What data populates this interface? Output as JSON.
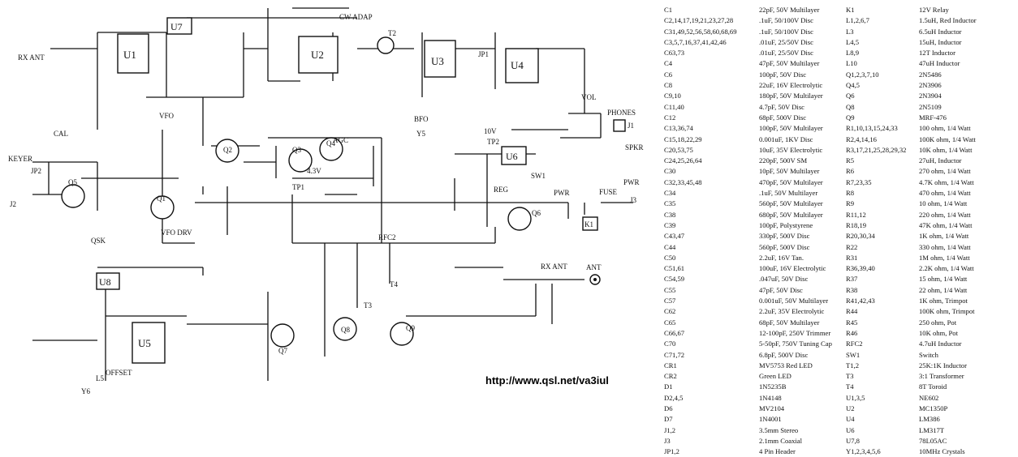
{
  "schematic": {
    "labels": {
      "rx_ant": "RX ANT",
      "u7": "U7",
      "u1": "U1",
      "u2": "U2",
      "u3": "U3",
      "u4": "U4",
      "u5": "U5",
      "u6": "U6",
      "u8": "U8",
      "cw_adap": "CW ADAP",
      "jp1": "JP1",
      "bfo": "BFO",
      "vfo": "VFO",
      "vol": "VOL",
      "phones": "PHONES",
      "j1": "J1",
      "spkr": "SPKR",
      "keyer": "KEYER",
      "jp2": "JP2",
      "j2": "J2",
      "qsk": "QSK",
      "vfo_drv": "VFO DRV",
      "reg": "REG",
      "sw1": "SW1",
      "pwr": "PWR",
      "fuse": "FUSE",
      "j3": "J3",
      "k1": "K1",
      "tp1": "TP1",
      "tp2": "TP2",
      "v43": "4.3V",
      "v10": "10V",
      "rx_ant2": "RX ANT",
      "ant": "ANT",
      "offset": "OFFSET",
      "agc": "AGC",
      "rfc2": "RFC2",
      "t2": "T2",
      "t3": "T3",
      "t4": "T4",
      "y5": "Y5",
      "y6": "Y6",
      "l5": "L5",
      "cal": "CAL",
      "q1": "Q1",
      "q2": "Q2",
      "q3": "Q3",
      "q4": "Q4",
      "q5": "Q5",
      "q6": "Q6",
      "q7": "Q7",
      "q8": "Q8",
      "q9": "Q9"
    },
    "url": "http://www.qsl.net/va3iul"
  },
  "parts_list": {
    "col1": [
      "C1",
      "C2,14,17,19,21,23,27,28",
      "C31,49,52,56,58,60,68,69",
      "C3,5,7,16,37,41,42,46",
      "C63,73",
      "C4",
      "C6",
      "C8",
      "C9,10",
      "C11,40",
      "C12",
      "C13,36,74",
      "C15,18,22,29",
      "C20,53,75",
      "C24,25,26,64",
      "C30",
      "C32,33,45,48",
      "C34",
      "C35",
      "C38",
      "C39",
      "C43,47",
      "C44",
      "C50",
      "C51,61",
      "C54,59",
      "C55",
      "C57",
      "C62",
      "C65",
      "C66,67",
      "C70",
      "C71,72",
      "CR1",
      "CR2",
      "D1",
      "D2,4,5",
      "D6",
      "D7",
      "J1,2",
      "J3",
      "JP1,2"
    ],
    "col2": [
      "22pF, 50V Multilayer",
      ".1uF, 50/100V Disc",
      ".1uF, 50/100V Disc",
      ".01uF, 25/50V Disc",
      ".01uF, 25/50V Disc",
      "47pF, 50V Multilayer",
      "100pF, 50V Disc",
      "22uF, 16V Electrolytic",
      "180pF, 50V Multilayer",
      "4.7pF, 50V Disc",
      "68pF, 500V Disc",
      "100pF, 50V Multilayer",
      "0.001uF, 1KV Disc",
      "10uF, 35V Electrolytic",
      "220pF, 500V SM",
      "10pF, 50V Multilayer",
      "470pF, 50V Multilayer",
      ".1uF, 50V Multilayer",
      "560pF, 50V Multilayer",
      "680pF, 50V Multilayer",
      "100pF, Polystyrene",
      "330pF, 500V Disc",
      "560pF, 500V Disc",
      "2.2uF, 16V Tan.",
      "100uF, 16V Electrolytic",
      ".047uF, 50V Disc",
      "47pF, 50V Disc",
      "0.001uF, 50V Multilayer",
      "2.2uF, 35V Electrolytic",
      "68pF, 50V Multilayer",
      "12-100pF, 250V Trimmer",
      "5-50pF, 750V Tuning Cap",
      "6.8pF, 500V Disc",
      "MV5753 Red LED",
      "Green LED",
      "1N5235B",
      "1N4148",
      "MV2104",
      "1N4001",
      "3.5mm Stereo",
      "2.1mm Coaxial",
      "4 Pin Header"
    ],
    "col3": [
      "K1",
      "L1,2,6,7",
      "L3",
      "L4,5",
      "L8,9",
      "L10",
      "Q1,2,3,7,10",
      "Q4,5",
      "Q6",
      "Q8",
      "Q9",
      "R1,10,13,15,24,33",
      "R2,4,14,16",
      "R3,17,21,25,28,29,32",
      "R5",
      "R6",
      "R7,23,35",
      "R8",
      "R9",
      "R11,12",
      "R18,19",
      "R20,30,34",
      "R22",
      "R31",
      "R36,39,40",
      "R37",
      "R38",
      "R41,42,43",
      "R44",
      "R45",
      "R46",
      "RFC2",
      "SW1",
      "T1,2",
      "T3",
      "T4",
      "U1,3,5",
      "U2",
      "U4",
      "U6",
      "U7,8",
      "Y1,2,3,4,5,6"
    ],
    "col4": [
      "12V Relay",
      "1.5uH, Red Inductor",
      "6.5uH Inductor",
      "15uH, Inductor",
      "12T Inductor",
      "47uH Inductor",
      "2N5486",
      "2N3906",
      "2N3904",
      "2N5109",
      "MRF-476",
      "100 ohm, 1/4 Watt",
      "100K ohm, 1/4 Watt",
      "10K ohm, 1/4 Watt",
      "27uH, Inductor",
      "270 ohm, 1/4 Watt",
      "4.7K ohm, 1/4 Watt",
      "470 ohm, 1/4 Watt",
      "10 ohm, 1/4 Watt",
      "220 ohm, 1/4 Watt",
      "47K ohm, 1/4 Watt",
      "1K ohm, 1/4 Watt",
      "330 ohm, 1/4 Watt",
      "1M ohm, 1/4 Watt",
      "2.2K ohm, 1/4 Watt",
      "15 ohm, 1/4 Watt",
      "22 ohm, 1/4 Watt",
      "1K ohm, Trimpot",
      "100K ohm, Trimpot",
      "250 ohm, Pot",
      "10K ohm, Pot",
      "4.7uH Inductor",
      "Switch",
      "25K:1K Inductor",
      "3:1 Transformer",
      "8T Toroid",
      "NE602",
      "MC1350P",
      "LM386",
      "LM317T",
      "78L05AC",
      "10MHz Crystals"
    ]
  }
}
